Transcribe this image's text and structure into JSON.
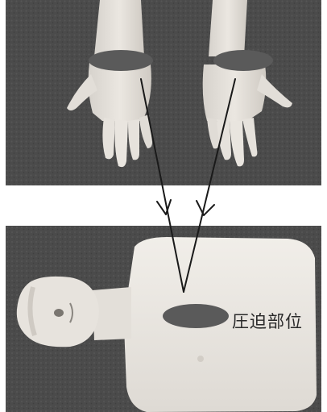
{
  "figure": {
    "compression_site_label": "圧迫部位"
  },
  "colors": {
    "marker": "#5a5a5a",
    "arrow": "#1a1a1a",
    "photo_background": "#4a4a4a",
    "skin": "#e4e0da",
    "manikin": "#ebe8e3"
  },
  "elements": {
    "top_photo": "hands-palms-up",
    "bottom_photo": "cpr-manikin-torso"
  }
}
